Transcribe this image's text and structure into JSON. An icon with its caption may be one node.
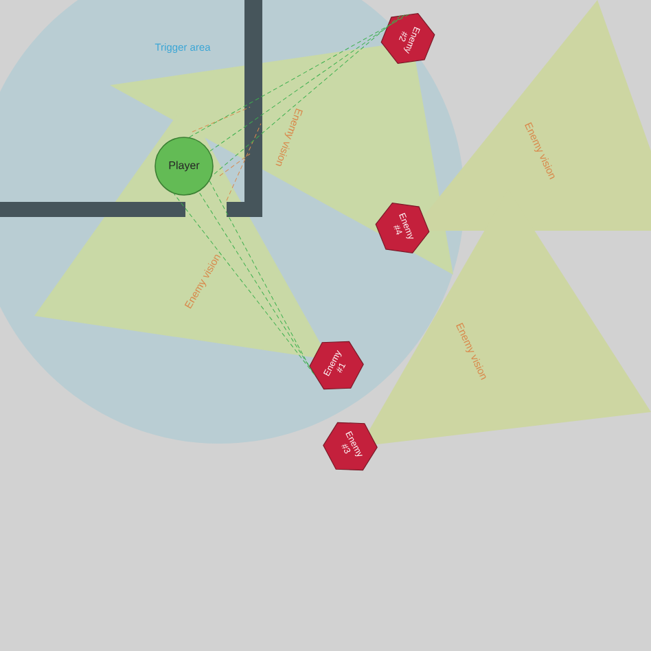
{
  "diagram": {
    "nodes": [
      {
        "text": [
          "Enemy #2"
        ]
      },
      {
        "text": [
          "Player"
        ]
      },
      {
        "text": [
          "Enemy #4"
        ]
      },
      {
        "text": [
          "Enemy #1"
        ]
      },
      {
        "text": [
          "Enemy #3"
        ]
      }
    ],
    "edges": [
      {
        "from": 0,
        "to": 1,
        "arrow": "none",
        "style": "dashed"
      },
      {
        "from": 0,
        "to": 1,
        "arrow": "none",
        "style": "dashed"
      },
      {
        "from": 0,
        "to": 1,
        "arrow": "none",
        "style": "dashed"
      },
      {
        "from": 3,
        "to": 1,
        "arrow": "none",
        "style": "dashed"
      },
      {
        "from": 3,
        "to": 1,
        "arrow": "none",
        "style": "dashed"
      },
      {
        "from": 3,
        "to": 1,
        "arrow": "none",
        "style": "dashed"
      }
    ],
    "labels": [
      "Trigger area",
      "Enemy vision",
      "Enemy vision",
      "Enemy vision",
      "Enemy vision"
    ]
  }
}
